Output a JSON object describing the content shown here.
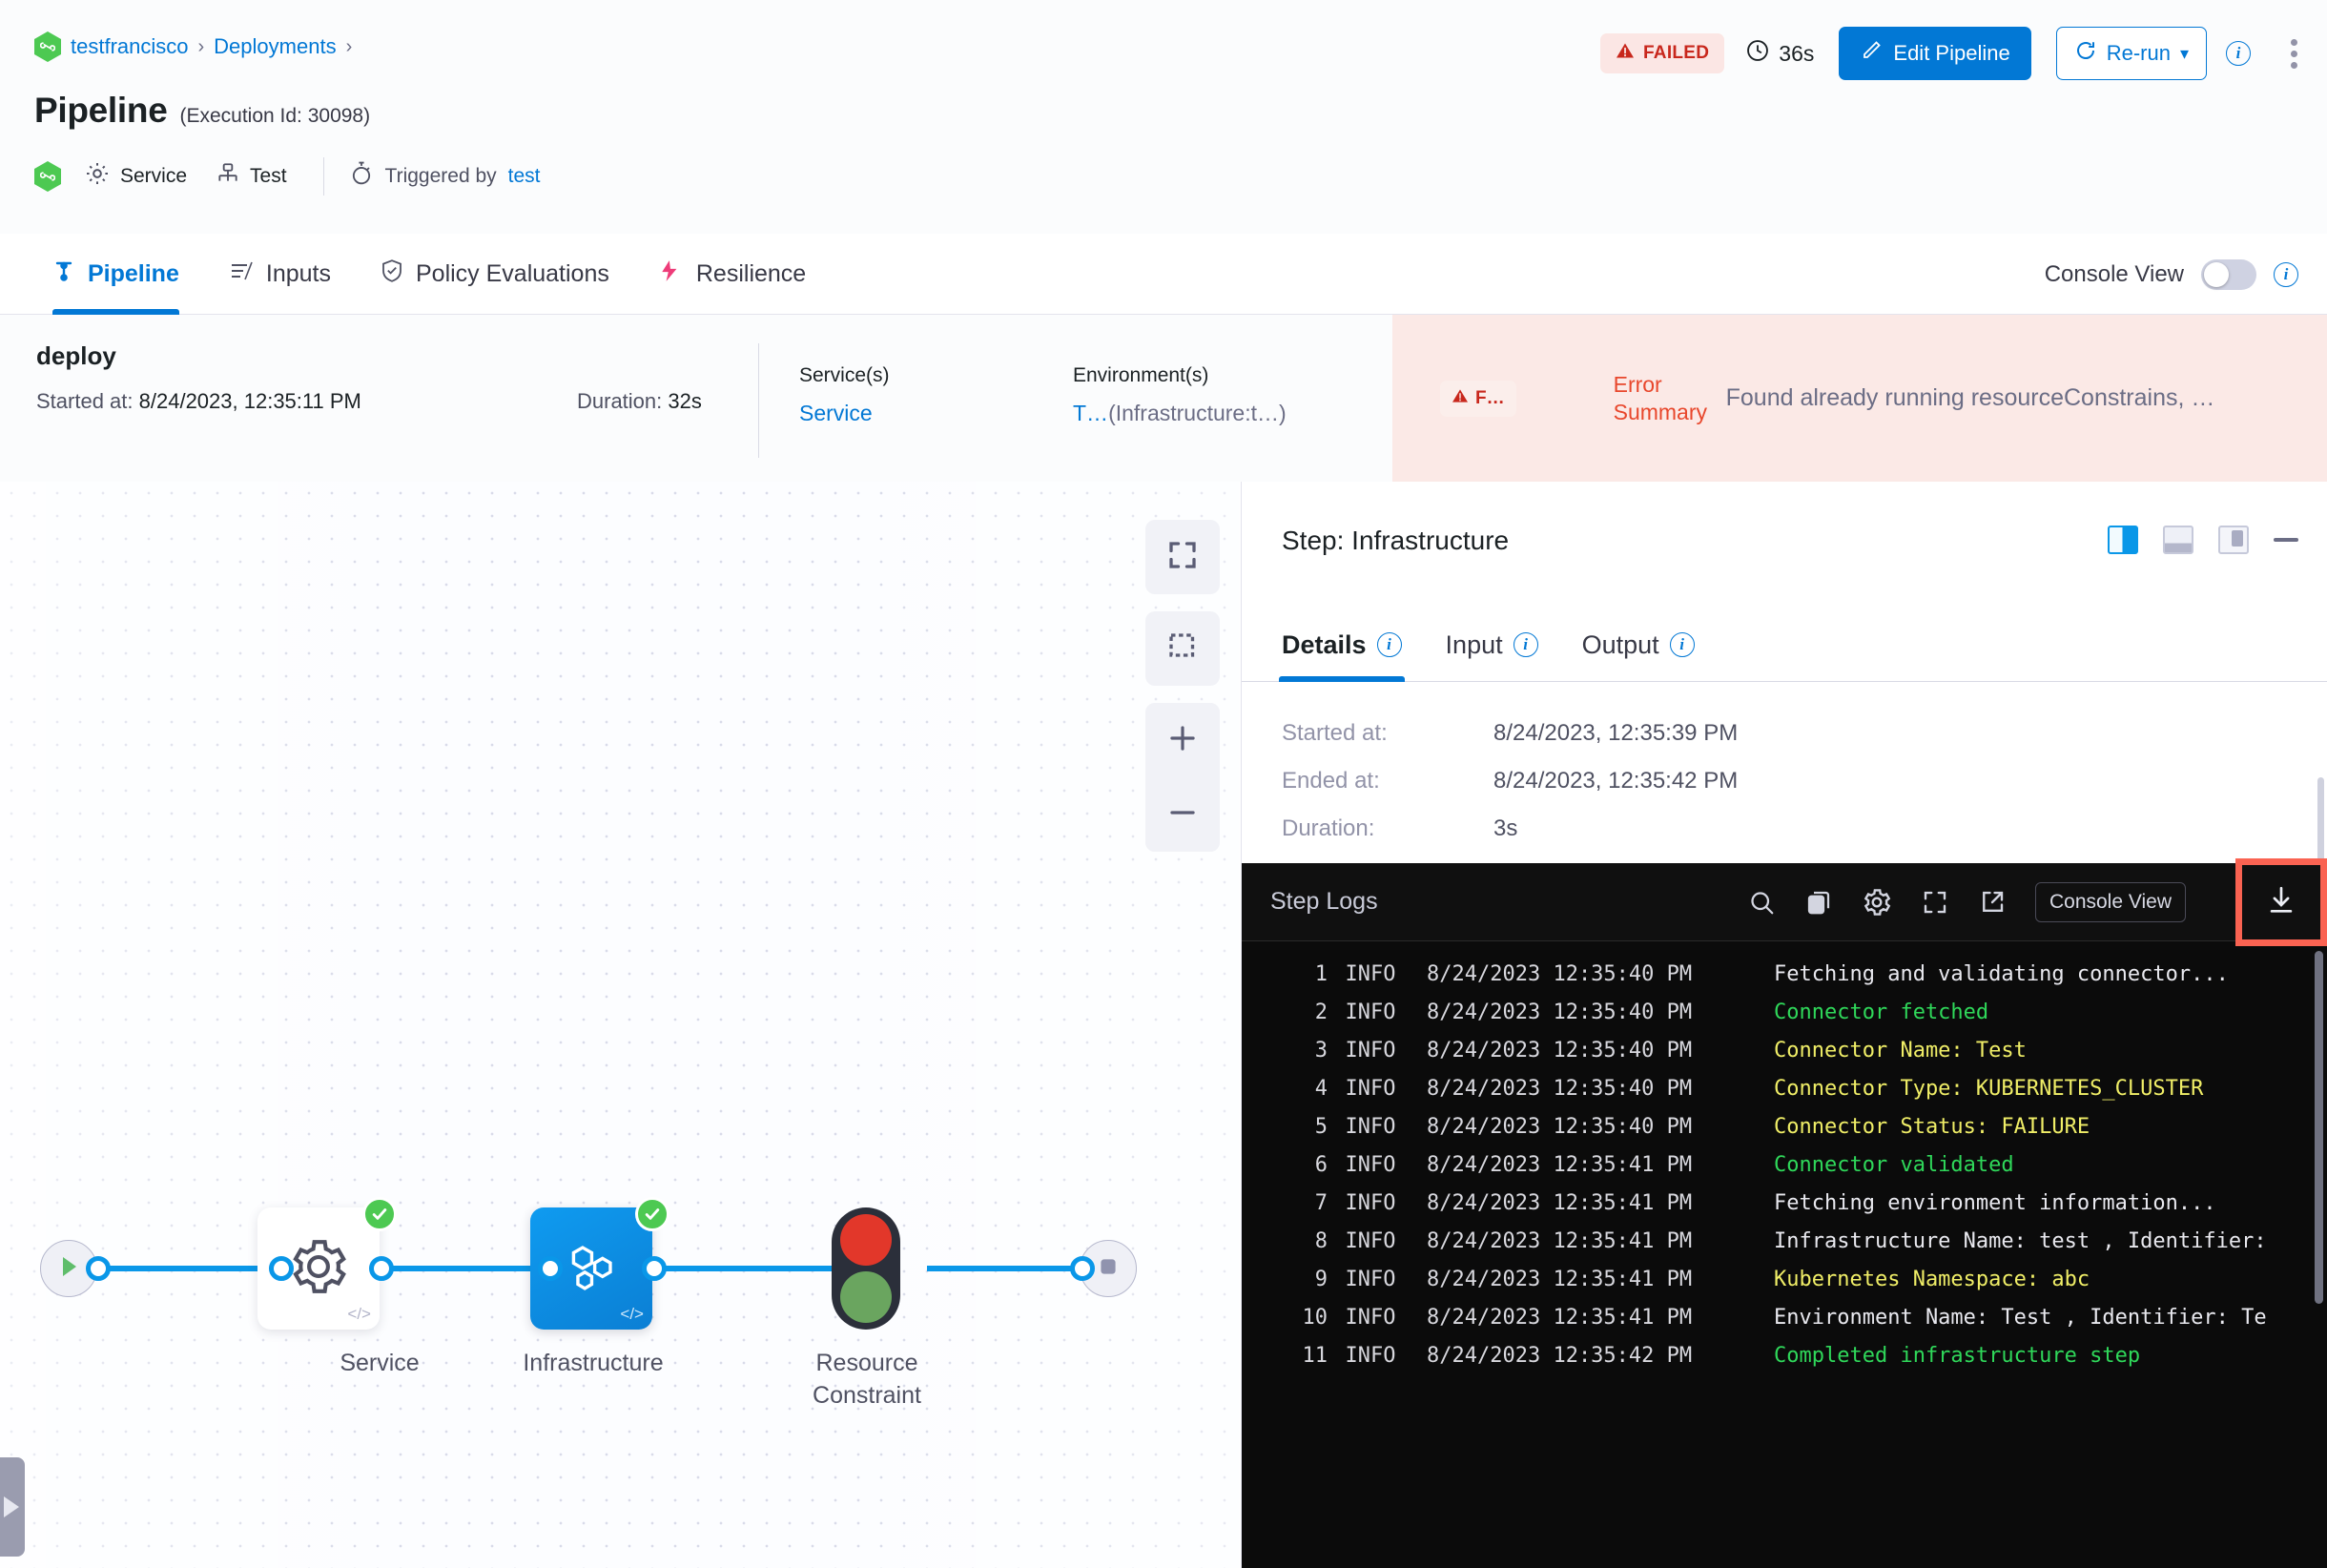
{
  "breadcrumb": {
    "logo_icon": "harness-logo-icon",
    "items": [
      {
        "label": "testfrancisco",
        "sep": "›"
      },
      {
        "label": "Deployments",
        "sep": "›"
      }
    ]
  },
  "header": {
    "title": "Pipeline",
    "execution_id": "(Execution Id: 30098)",
    "meta": {
      "service_icon": "gear-icon",
      "service_label": "Service",
      "env_icon": "infrastructure-icon",
      "env_label": "Test",
      "trigger_icon": "stopwatch-icon",
      "triggered_by_label": "Triggered by",
      "triggered_by_user": "test"
    },
    "actions": {
      "status": "FAILED",
      "status_icon": "warning-triangle-icon",
      "duration": "36s",
      "duration_icon": "clock-icon",
      "edit_label": "Edit Pipeline",
      "edit_icon": "pencil-icon",
      "rerun_label": "Re-run",
      "rerun_icon": "refresh-icon",
      "rerun_caret": "▾",
      "info_icon": "info-icon",
      "kebab_icon": "more-vertical-icon"
    }
  },
  "tabs": {
    "items": [
      {
        "label": "Pipeline",
        "icon": "pipeline-icon",
        "active": true
      },
      {
        "label": "Inputs",
        "icon": "inputs-icon",
        "active": false
      },
      {
        "label": "Policy Evaluations",
        "icon": "shield-check-icon",
        "active": false
      },
      {
        "label": "Resilience",
        "icon": "resilience-icon",
        "active": false
      }
    ],
    "console_view_label": "Console View",
    "console_view_on": false,
    "console_view_info_icon": "info-icon"
  },
  "stage": {
    "name": "deploy",
    "started_label": "Started at:",
    "started_value": "8/24/2023, 12:35:11 PM",
    "duration_label": "Duration:",
    "duration_value": "32s",
    "services_head": "Service(s)",
    "services_value": "Service",
    "environments_head": "Environment(s)",
    "environments_value_link": "T…",
    "environments_value_rest": "(Infrastructure:t…)",
    "error_chip": "F…",
    "error_chip_icon": "warning-triangle-icon",
    "error_summary_label": "Error Summary",
    "error_summary_text": "Found already running resourceConstrains, …"
  },
  "canvas": {
    "zoom_buttons": [
      {
        "icon": "fit-screen-icon",
        "name": "fit-to-screen-button"
      },
      {
        "icon": "selection-box-icon",
        "name": "selection-box-button"
      },
      {
        "icon": "plus-icon",
        "name": "zoom-in-button"
      },
      {
        "icon": "minus-icon",
        "name": "zoom-out-button"
      }
    ],
    "nodes": [
      {
        "label": "Service",
        "type": "gear",
        "status": "success"
      },
      {
        "label": "Infrastructure",
        "type": "infra",
        "status": "success",
        "selected": true
      },
      {
        "label": "Resource\nConstraint",
        "type": "traffic-light",
        "status": "none"
      }
    ],
    "start_icon": "play-icon",
    "end_icon": "stop-icon",
    "drawer_handle_icon": "chevron-right-icon"
  },
  "detail": {
    "title": "Step: Infrastructure",
    "panel_modes": [
      {
        "name": "panel-mode-right",
        "icon": "panel-right-icon",
        "active": true
      },
      {
        "name": "panel-mode-bottom",
        "icon": "panel-bottom-icon",
        "active": false
      },
      {
        "name": "panel-mode-float",
        "icon": "panel-float-icon",
        "active": false
      },
      {
        "name": "panel-minimize",
        "icon": "minimize-icon",
        "active": false
      }
    ],
    "tabs": [
      {
        "label": "Details",
        "icon": "info-icon",
        "active": true
      },
      {
        "label": "Input",
        "icon": "info-icon",
        "active": false
      },
      {
        "label": "Output",
        "icon": "info-icon",
        "active": false
      }
    ],
    "fields": [
      {
        "key": "Started at:",
        "value": "8/24/2023, 12:35:39 PM"
      },
      {
        "key": "Ended at:",
        "value": "8/24/2023, 12:35:42 PM"
      },
      {
        "key": "Duration:",
        "value": "3s"
      }
    ]
  },
  "logs": {
    "title": "Step Logs",
    "tools": [
      {
        "name": "search-icon",
        "icon": "search-icon"
      },
      {
        "name": "copy-icon",
        "icon": "copy-icon"
      },
      {
        "name": "gear-icon",
        "icon": "gear-icon"
      },
      {
        "name": "fullscreen-icon",
        "icon": "fullscreen-icon"
      },
      {
        "name": "external-link-icon",
        "icon": "external-link-icon"
      }
    ],
    "console_view_label": "Console View",
    "download_icon": "download-icon",
    "lines": [
      {
        "n": "1",
        "level": "INFO",
        "ts": "8/24/2023 12:35:40 PM",
        "msg": "Fetching and validating connector...",
        "color": "white"
      },
      {
        "n": "2",
        "level": "INFO",
        "ts": "8/24/2023 12:35:40 PM",
        "msg": "Connector fetched",
        "color": "green"
      },
      {
        "n": "3",
        "level": "INFO",
        "ts": "8/24/2023 12:35:40 PM",
        "msg": "Connector Name: Test",
        "color": "yellow"
      },
      {
        "n": "4",
        "level": "INFO",
        "ts": "8/24/2023 12:35:40 PM",
        "msg": "Connector Type: KUBERNETES_CLUSTER",
        "color": "yellow"
      },
      {
        "n": "5",
        "level": "INFO",
        "ts": "8/24/2023 12:35:40 PM",
        "msg": "Connector Status: FAILURE",
        "color": "yellow"
      },
      {
        "n": "6",
        "level": "INFO",
        "ts": "8/24/2023 12:35:41 PM",
        "msg": "Connector validated",
        "color": "green"
      },
      {
        "n": "7",
        "level": "INFO",
        "ts": "8/24/2023 12:35:41 PM",
        "msg": "Fetching environment information...",
        "color": "white"
      },
      {
        "n": "8",
        "level": "INFO",
        "ts": "8/24/2023 12:35:41 PM",
        "msg": "Infrastructure Name: test , Identifier:",
        "color": "white"
      },
      {
        "n": "9",
        "level": "INFO",
        "ts": "8/24/2023 12:35:41 PM",
        "msg": "Kubernetes Namespace: abc",
        "color": "yellow"
      },
      {
        "n": "10",
        "level": "INFO",
        "ts": "8/24/2023 12:35:41 PM",
        "msg": "Environment Name: Test , Identifier: Te",
        "color": "white"
      },
      {
        "n": "11",
        "level": "INFO",
        "ts": "8/24/2023 12:35:42 PM",
        "msg": "Completed infrastructure step",
        "color": "green"
      }
    ]
  },
  "colors": {
    "accent": "#0278d5",
    "danger": "#c8271c",
    "success": "#4dc952",
    "highlight": "#fa6352"
  }
}
